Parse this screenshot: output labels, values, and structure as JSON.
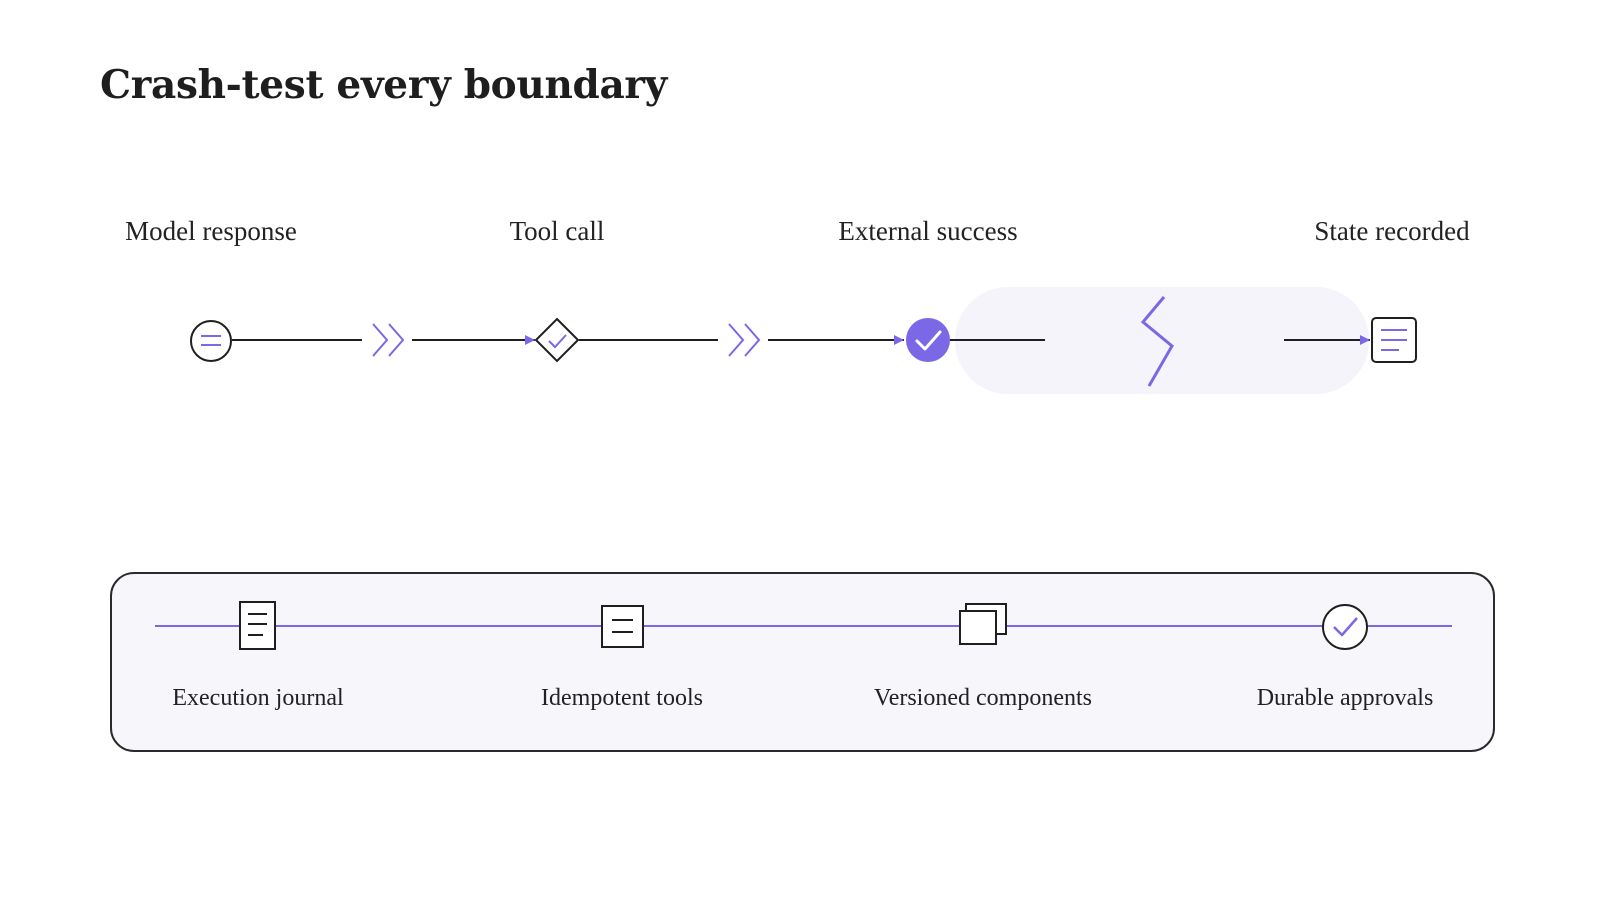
{
  "title": "Crash-test every boundary",
  "flow": {
    "steps": [
      {
        "label": "Model response",
        "icon": "message-circle-icon"
      },
      {
        "label": "Tool call",
        "icon": "diamond-check-icon"
      },
      {
        "label": "External success",
        "icon": "check-circle-filled-icon"
      },
      {
        "label": "State recorded",
        "icon": "document-lines-icon"
      }
    ],
    "connectors": [
      "double-chevron-icon",
      "double-chevron-icon"
    ],
    "crash_zone_icon": "lightning-break-icon"
  },
  "features": {
    "items": [
      {
        "label": "Execution journal",
        "icon": "journal-page-icon"
      },
      {
        "label": "Idempotent tools",
        "icon": "boxed-lines-icon"
      },
      {
        "label": "Versioned components",
        "icon": "stacked-windows-icon"
      },
      {
        "label": "Durable approvals",
        "icon": "check-circle-icon"
      }
    ]
  },
  "colors": {
    "accent": "#7b68e6",
    "ink": "#1f1f1f",
    "panel_bg": "#f6f6fb",
    "crash_zone_bg": "#f4f4fa"
  }
}
